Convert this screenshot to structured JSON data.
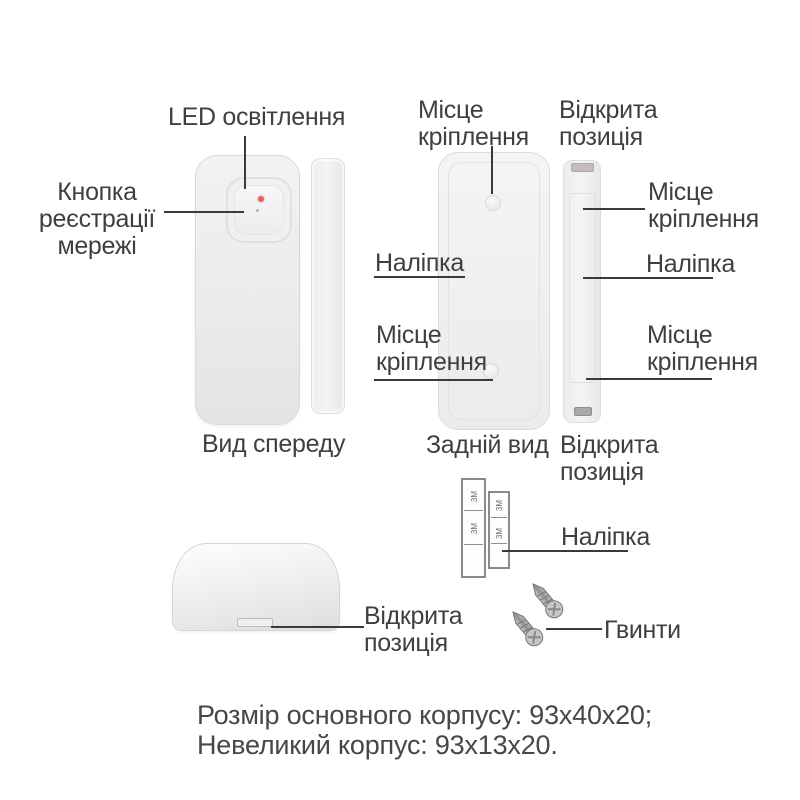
{
  "annotations": {
    "led_light": "LED освітлення",
    "network_button": "Кнопка\nреєстрації\nмережі",
    "mount_place_top": "Місце\nкріплення",
    "open_position_top": "Відкрита\nпозиція",
    "mount_place_side_upper": "Місце\nкріплення",
    "sticker_back": "Наліпка",
    "sticker_side": "Наліпка",
    "mount_place_back_lower": "Місце\nкріплення",
    "mount_place_side_lower": "Місце\nкріплення",
    "sticker_parts": "Наліпка",
    "open_position_bottom": "Відкрита\nпозиція",
    "screws": "Гвинти"
  },
  "captions": {
    "front_view": "Вид спереду",
    "back_view": "Задній вид",
    "open_position": "Відкрита\nпозиція"
  },
  "size_note": {
    "line1": "Розмір основного корпусу: 93x40x20;",
    "line2": "Невеликий корпус: 93x13x20."
  },
  "parts": {
    "sticker_brand": "3M"
  },
  "colors": {
    "text": "#3f3f41",
    "line": "#3a3a3c",
    "body_border": "#d9d9db",
    "led": "#e0635c"
  }
}
